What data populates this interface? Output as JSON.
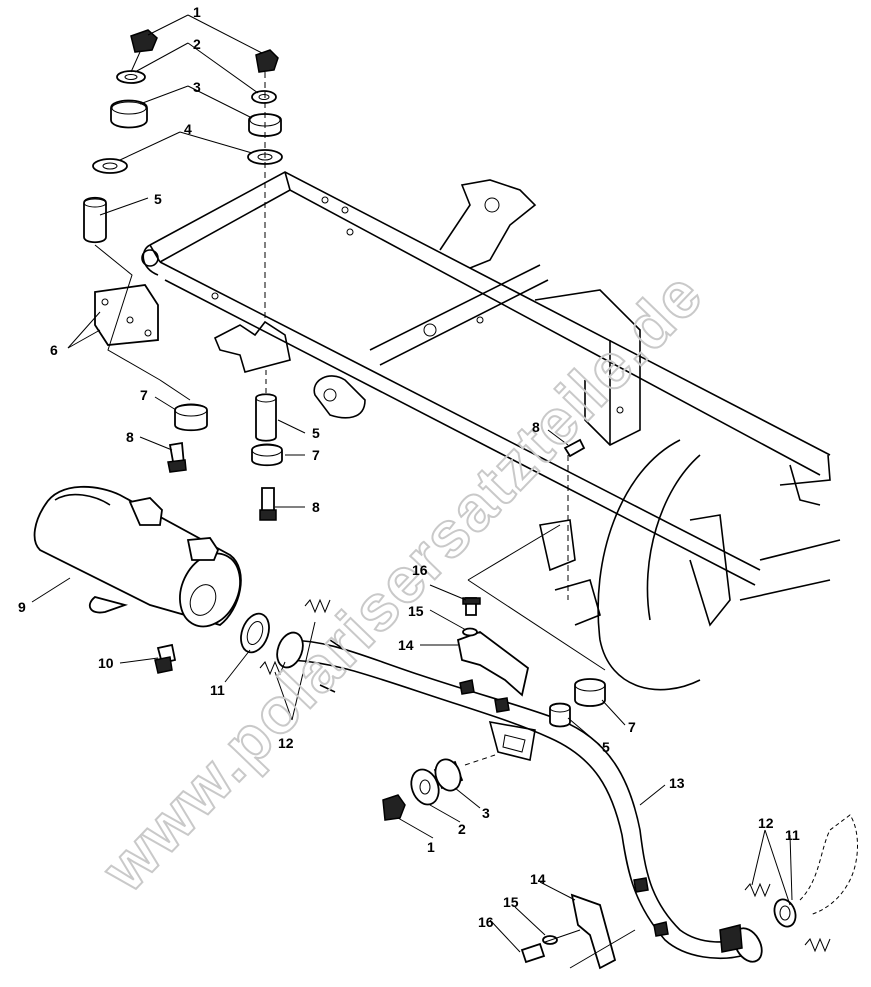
{
  "watermark": "www.polarisersatzteile.de",
  "callouts": {
    "c1a": "1",
    "c2a": "2",
    "c3a": "3",
    "c4a": "4",
    "c5a": "5",
    "c6": "6",
    "c7a": "7",
    "c8a": "8",
    "c5b": "5",
    "c7b": "7",
    "c8b": "8",
    "c8c": "8",
    "c9": "9",
    "c10": "10",
    "c11a": "11",
    "c12a": "12",
    "c16a": "16",
    "c15a": "15",
    "c14a": "14",
    "c7c": "7",
    "c5c": "5",
    "c13": "13",
    "c3b": "3",
    "c2b": "2",
    "c1b": "1",
    "c12b": "12",
    "c11b": "11",
    "c14b": "14",
    "c15b": "15",
    "c16b": "16"
  },
  "colors": {
    "line": "#000000",
    "watermark": "#c9c9c9",
    "background": "#ffffff"
  }
}
